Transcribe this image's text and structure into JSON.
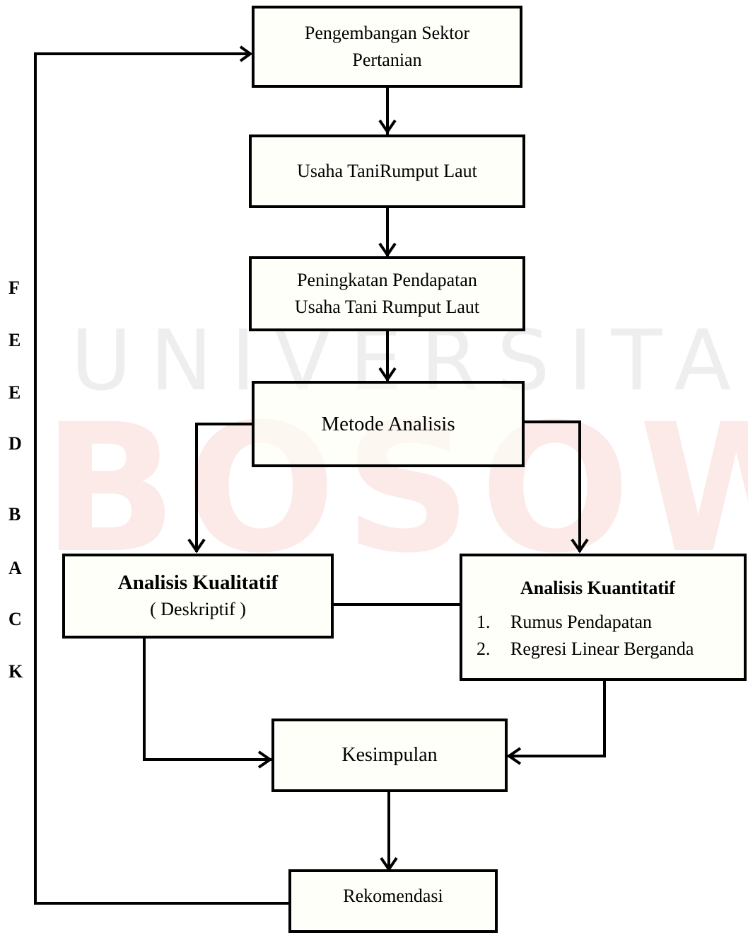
{
  "watermark": {
    "university_text": "UNIVERSITAS",
    "name_text": "BOSOWA"
  },
  "side_letters": [
    "F",
    "E",
    "E",
    "D",
    "B",
    "A",
    "C",
    "K"
  ],
  "nodes": {
    "sektor": {
      "line1": "Pengembangan Sektor",
      "line2": "Pertanian"
    },
    "usaha_tani": {
      "text": "Usaha TaniRumput Laut"
    },
    "peningkatan": {
      "line1": "Peningkatan Pendapatan",
      "line2": "Usaha Tani Rumput Laut"
    },
    "metode": {
      "text": "Metode Analisis"
    },
    "kualitatif": {
      "title": "Analisis Kualitatif",
      "subtitle": "( Deskriptif )"
    },
    "kuantitatif": {
      "title": "Analisis Kuantitatif",
      "items": [
        {
          "num": "1.",
          "text": "Rumus Pendapatan"
        },
        {
          "num": "2.",
          "text": "Regresi Linear Berganda"
        }
      ]
    },
    "kesimpulan": {
      "text": "Kesimpulan"
    },
    "rekomendasi": {
      "text": "Rekomendasi"
    }
  }
}
